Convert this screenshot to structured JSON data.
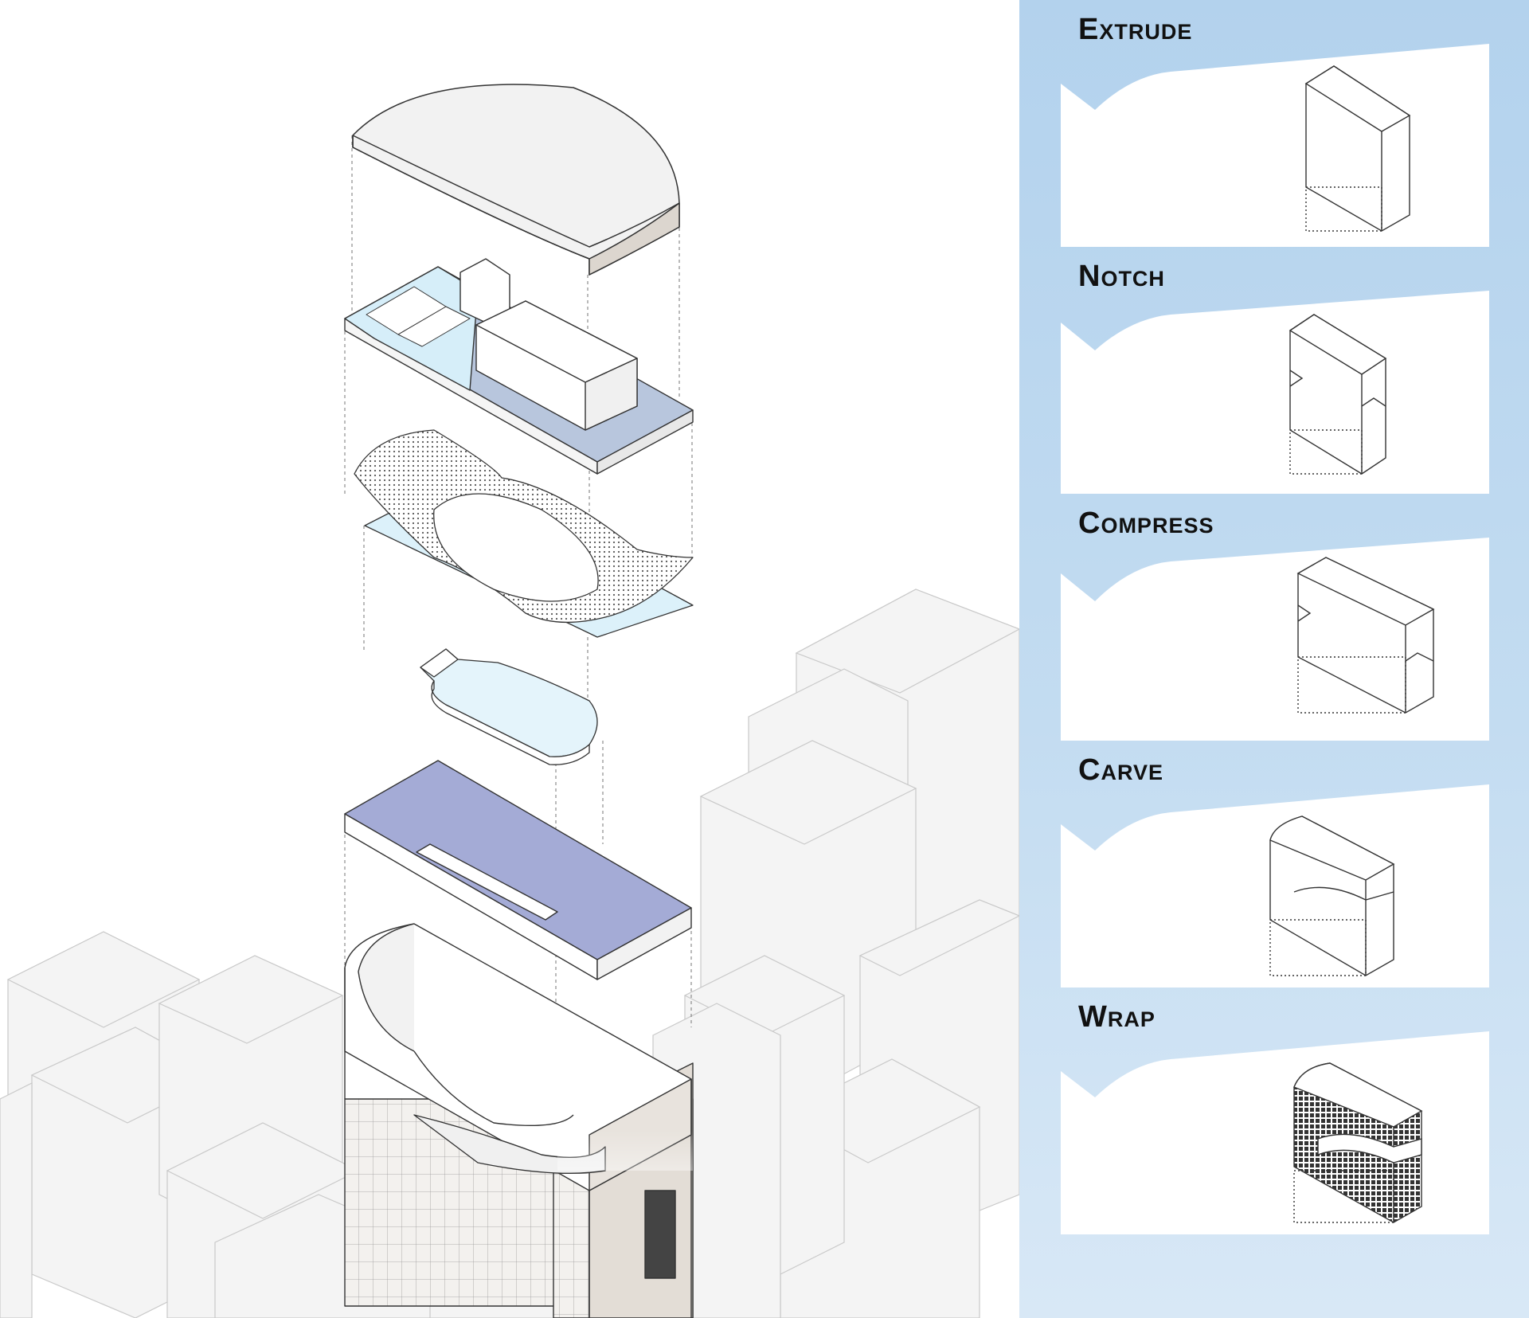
{
  "steps": [
    {
      "label": "Extrude",
      "icon": "extruded-block-icon"
    },
    {
      "label": "Notch",
      "icon": "notched-block-icon"
    },
    {
      "label": "Compress",
      "icon": "compressed-block-icon"
    },
    {
      "label": "Carve",
      "icon": "carved-block-icon"
    },
    {
      "label": "Wrap",
      "icon": "wrapped-block-icon"
    }
  ],
  "colors": {
    "panel_top": "#b3d2ed",
    "panel_bottom": "#d8e8f6",
    "layer_blue": "#a4abd6",
    "layer_light_blue": "#ddf0f9",
    "line": "#333333",
    "context_line": "#c8c8c8"
  }
}
